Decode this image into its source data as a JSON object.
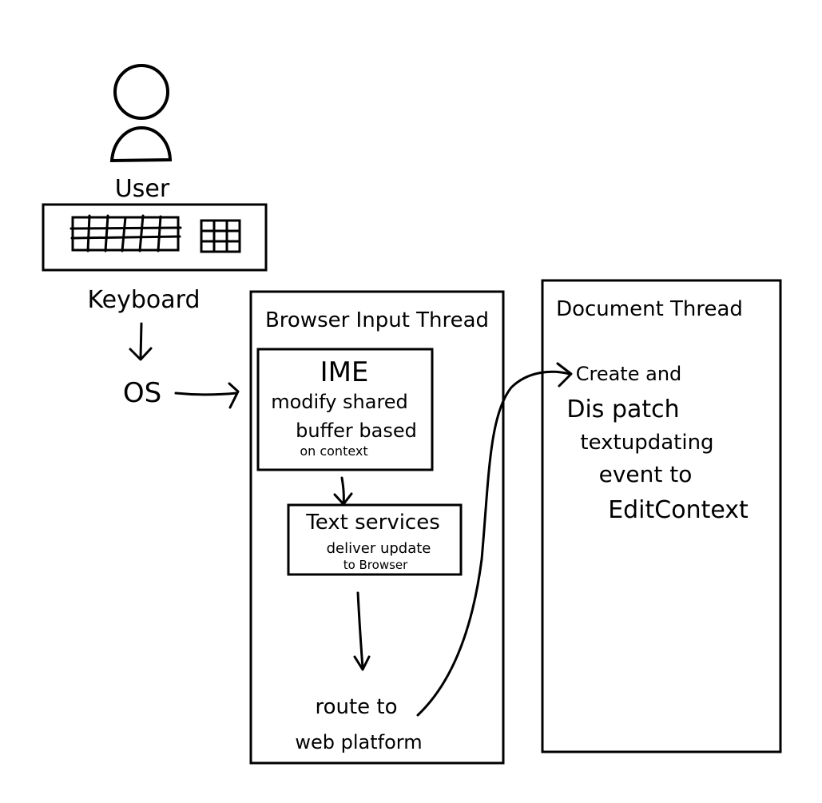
{
  "actor": {
    "label": "User",
    "icon": "user-icon"
  },
  "keyboard": {
    "label": "Keyboard",
    "icon": "keyboard-icon"
  },
  "os": {
    "label": "OS"
  },
  "browser_input_thread": {
    "title": "Browser Input Thread",
    "ime": {
      "title": "IME",
      "lines": [
        "modify shared",
        "buffer based",
        "on context"
      ]
    },
    "text_services": {
      "title": "Text services",
      "lines": [
        "deliver update",
        "to Browser"
      ]
    },
    "route": {
      "lines": [
        "route to",
        "web platform"
      ]
    }
  },
  "document_thread": {
    "title": "Document Thread",
    "lines": [
      "Create and",
      "Dis patch",
      "textupdating",
      "event to",
      "EditContext"
    ]
  }
}
